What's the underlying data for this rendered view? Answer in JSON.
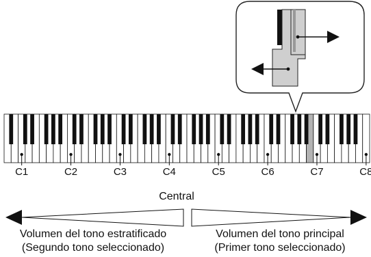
{
  "keyboard": {
    "note_labels": [
      "C1",
      "C2",
      "C3",
      "C4",
      "C5",
      "C6",
      "C7",
      "C8"
    ],
    "split_key_highlight": "#b3b3b3"
  },
  "split_label": "Central",
  "volume_left": {
    "caption_line1": "Volumen del tono estratificado",
    "caption_line2": "(Segundo tono seleccionado)"
  },
  "volume_right": {
    "caption_line1": "Volumen del tono principal",
    "caption_line2": "(Primer tono seleccionado)"
  },
  "colors": {
    "ink": "#111111",
    "callout_key": "#cfcfcf",
    "highlight": "#b3b3b3"
  }
}
